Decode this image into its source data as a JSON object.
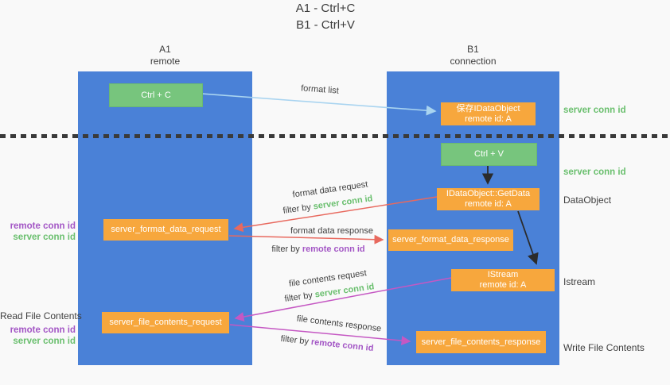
{
  "title": {
    "line1": "A1 - Ctrl+C",
    "line2": "B1 - Ctrl+V"
  },
  "lanes": [
    {
      "name": "A1",
      "subtitle": "remote"
    },
    {
      "name": "B1",
      "subtitle": "connection"
    }
  ],
  "nodes": {
    "ctrl_c": "Ctrl + C",
    "save_idataobject": {
      "title": "保存IDataObject",
      "subtitle": "remote id: A"
    },
    "ctrl_v": "Ctrl + V",
    "getdata": {
      "title": "IDataObject::GetData",
      "subtitle": "remote id: A"
    },
    "server_format_data_request": "server_format_data_request",
    "server_format_data_response": "server_format_data_response",
    "istream": {
      "title": "IStream",
      "subtitle": "remote id: A"
    },
    "server_file_contents_request": "server_file_contents_request",
    "server_file_contents_response": "server_file_contents_response"
  },
  "left_labels": {
    "remote_conn_id_1": "remote conn id",
    "server_conn_id_1": "server conn id",
    "read_file_contents": "Read File Contents",
    "remote_conn_id_2": "remote conn id",
    "server_conn_id_2": "server conn id"
  },
  "right_labels": {
    "server_conn_id_1": "server conn id",
    "server_conn_id_2": "server conn id",
    "dataobject": "DataObject",
    "istream": "Istream",
    "write_file_contents": "Write File Contents"
  },
  "arrow_labels": {
    "format_list": "format list",
    "format_data_request": "format data request",
    "format_data_response": "format data response",
    "file_contents_request": "file contents request",
    "file_contents_response": "file contents response",
    "filter_by": "filter by",
    "server_conn_id": "server conn id",
    "remote_conn_id": "remote conn id"
  },
  "colors": {
    "lane_blue": "#4a81d7",
    "green_box": "#77c57d",
    "orange_box": "#f7a73d",
    "arrow_blue": "#a9d4f0",
    "arrow_black": "#2b2b2b",
    "arrow_red": "#e8695e",
    "arrow_magenta": "#c558c3",
    "label_green": "#6abf6e",
    "label_purple": "#a356c5",
    "text_dark": "#3f3f3f"
  }
}
